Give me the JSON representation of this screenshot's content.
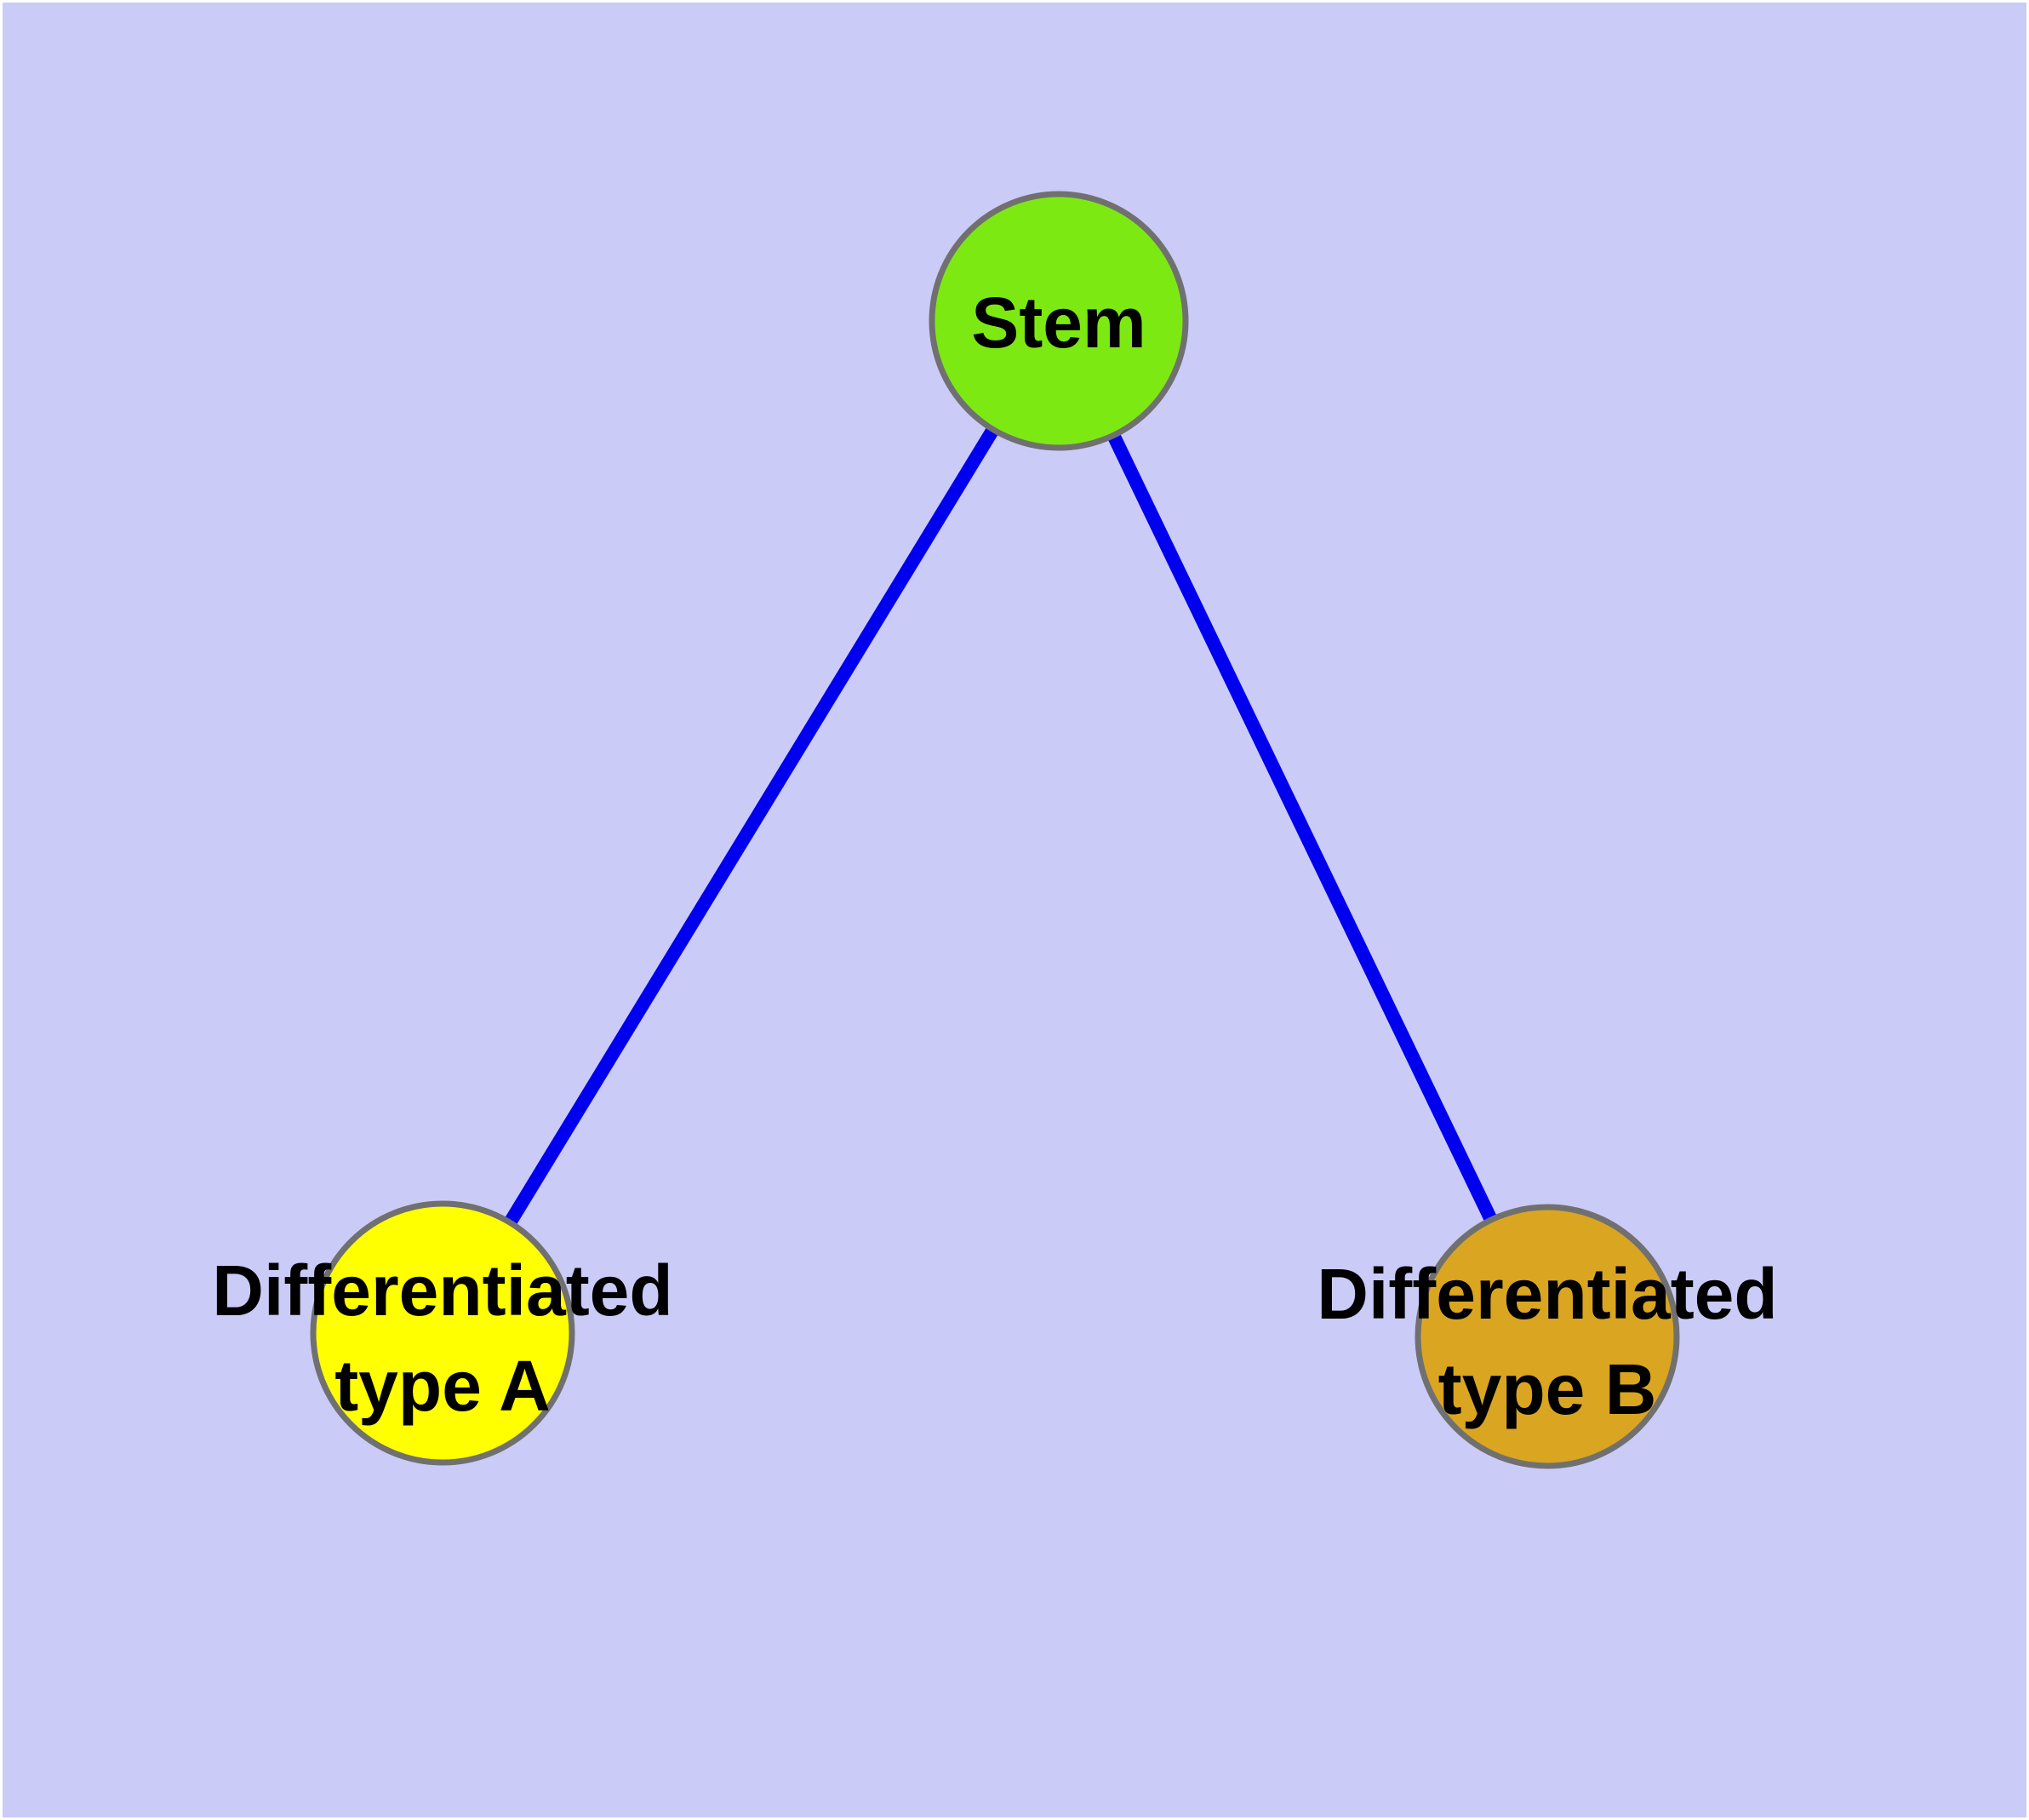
{
  "diagram": {
    "type": "graph",
    "background_color": "#CBCBF8",
    "edge_color": "#0000EE",
    "node_border_color": "#707070",
    "nodes": [
      {
        "id": "stem",
        "label": "Stem",
        "fill": "#7DE912"
      },
      {
        "id": "differentiated-type-a",
        "label_line1": "Differentiated",
        "label_line2": "type A",
        "fill": "#FFFF00"
      },
      {
        "id": "differentiated-type-b",
        "label_line1": "Differentiated",
        "label_line2": "type B",
        "fill": "#DAA520"
      }
    ],
    "edges": [
      {
        "from": "stem",
        "to": "differentiated-type-a"
      },
      {
        "from": "stem",
        "to": "differentiated-type-b"
      }
    ]
  }
}
